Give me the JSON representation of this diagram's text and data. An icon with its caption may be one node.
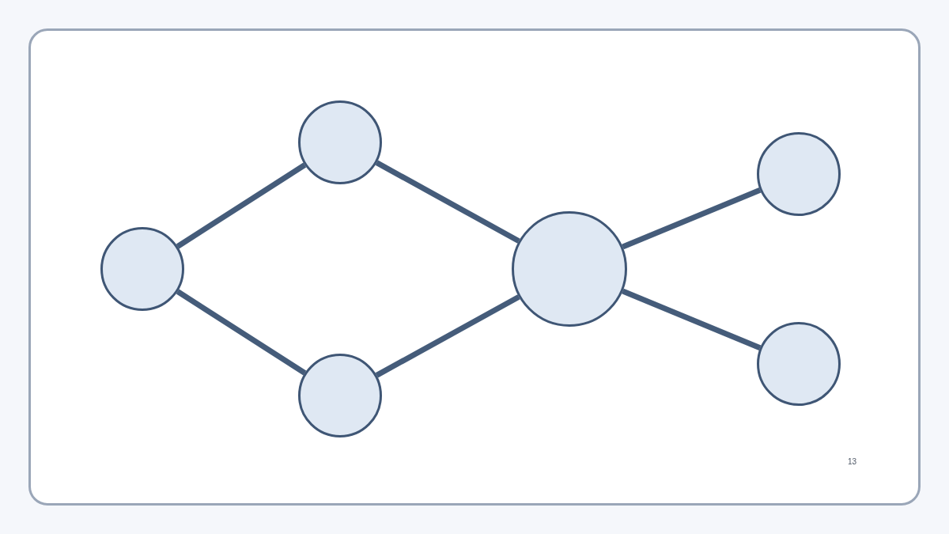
{
  "diagram": {
    "nodes": [
      {
        "text": [],
        "shape": "circle"
      },
      {
        "text": [],
        "shape": "circle"
      },
      {
        "text": [],
        "shape": "circle"
      },
      {
        "text": [],
        "shape": "circle"
      },
      {
        "text": [],
        "shape": "circle"
      },
      {
        "text": [],
        "shape": "circle"
      }
    ],
    "edges": [
      {
        "from": 0,
        "to": 1,
        "arrow": "none"
      },
      {
        "from": 0,
        "to": 2,
        "arrow": "none"
      },
      {
        "from": 1,
        "to": 3,
        "arrow": "none"
      },
      {
        "from": 2,
        "to": 3,
        "arrow": "none"
      },
      {
        "from": 3,
        "to": 4,
        "arrow": "none"
      },
      {
        "from": 3,
        "to": 5,
        "arrow": "none"
      }
    ],
    "labels": [
      "13"
    ]
  }
}
